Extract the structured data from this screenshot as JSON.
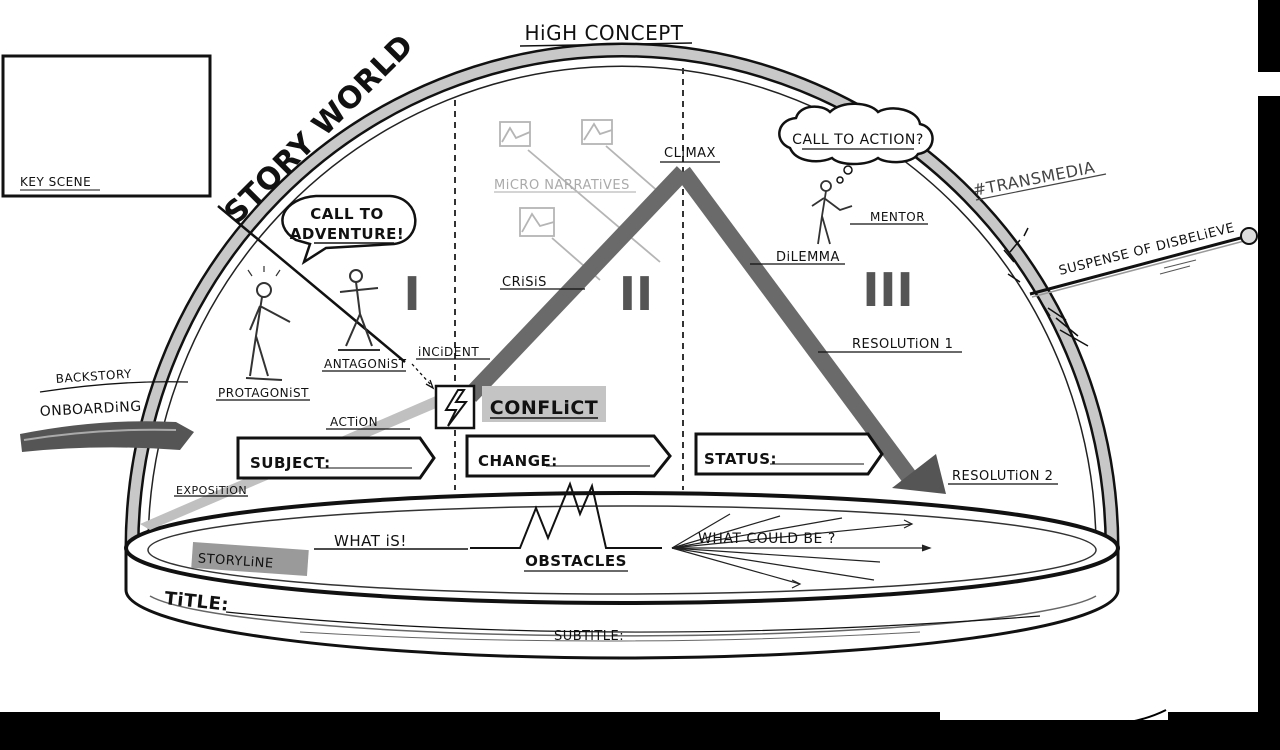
{
  "labels": {
    "high_concept": "HiGH CONCEPT",
    "story_world": "STORY WORLD",
    "key_scene": "KEY SCENE",
    "transmedia": "#TRANSMEDIA",
    "suspense": "SUSPENSE OF DISBELiEVE",
    "call_to_adventure_1": "CALL TO",
    "call_to_adventure_2": "ADVENTURE!",
    "call_to_action": "CALL TO ACTION?",
    "climax": "CLiMAX",
    "micro_narratives": "MiCRO NARRATiVES",
    "crisis": "CRiSiS",
    "dilemma": "DiLEMMA",
    "mentor": "MENTOR",
    "act_1": "I",
    "act_2": "II",
    "act_3": "III",
    "incident": "iNCiDENT",
    "antagonist": "ANTAGONiST",
    "protagonist": "PROTAGONiST",
    "backstory": "BACKSTORY",
    "onboarding": "ONBOARDiNG",
    "conflict": "CONFLiCT",
    "action": "ACTiON",
    "resolution_1": "RESOLUTiON 1",
    "resolution_2": "RESOLUTiON 2",
    "exposition": "EXPOSiTiON",
    "subject": "SUBJECT:",
    "change": "CHANGE:",
    "status": "STATUS:",
    "storyline": "STORYLiNE",
    "what_is": "WHAT iS!",
    "obstacles": "OBSTACLES",
    "what_could_be": "WHAT COULD BE ?",
    "title": "TiTLE:",
    "subtitle": "SUBTiTLE:"
  },
  "icons": {
    "lightning": "lightning-icon",
    "pin": "pin-icon"
  }
}
